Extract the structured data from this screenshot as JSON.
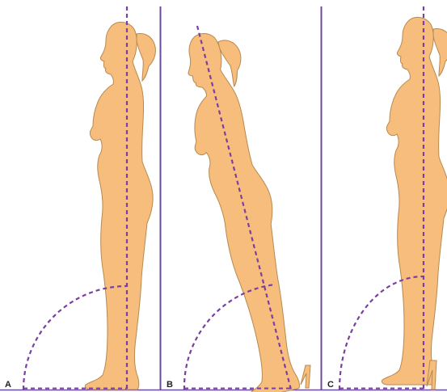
{
  "colors": {
    "skin": "#f7bd7c",
    "outline": "#b8894f",
    "axis": "#7a3fa0",
    "frame": "#6b4a9c"
  },
  "panels": [
    {
      "label": "A",
      "posture": "upright",
      "footwear": "barefoot"
    },
    {
      "label": "B",
      "posture": "leaning-forward",
      "footwear": "high-heel"
    },
    {
      "label": "C",
      "posture": "upright",
      "footwear": "high-heel"
    }
  ]
}
